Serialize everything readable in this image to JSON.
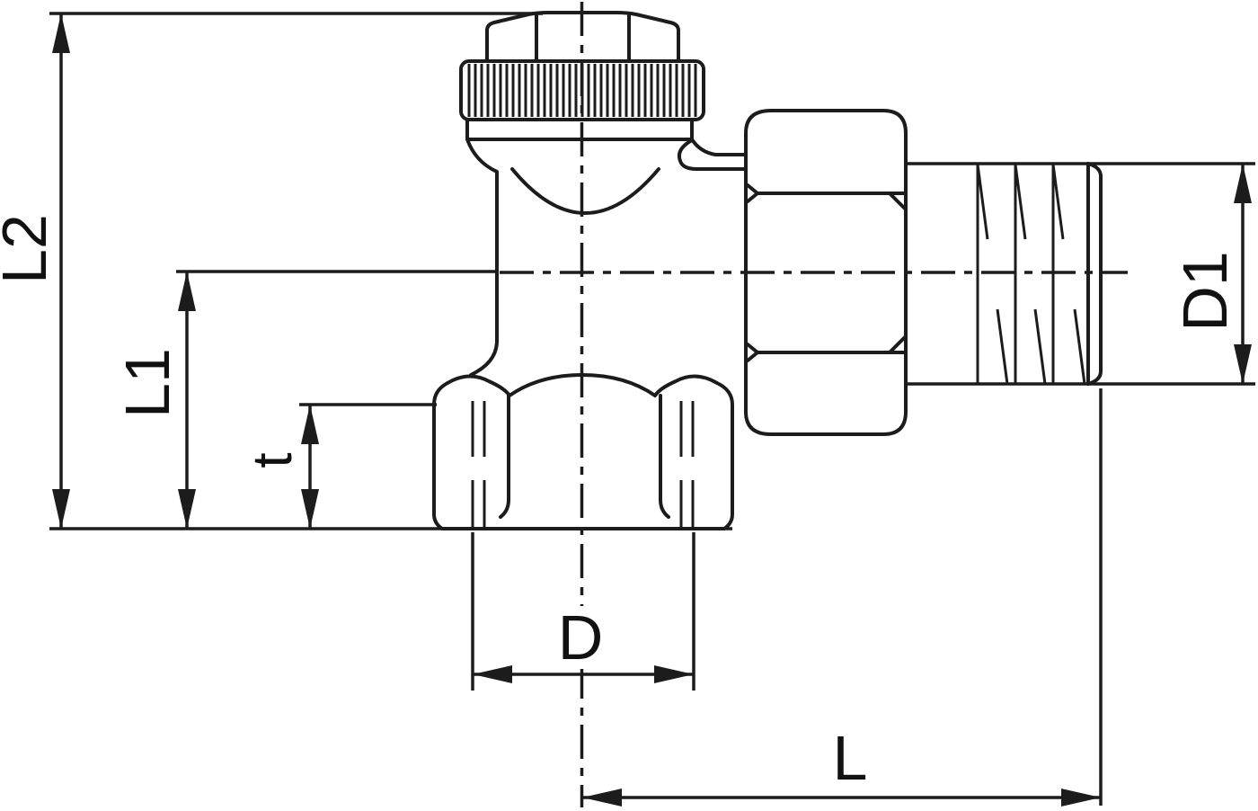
{
  "drawing": {
    "background_color": "#ffffff",
    "line_color": "#1c1c1c",
    "labels": {
      "l2": "L2",
      "l1": "L1",
      "t": "t",
      "d": "D",
      "d1": "D1",
      "l": "L"
    }
  }
}
